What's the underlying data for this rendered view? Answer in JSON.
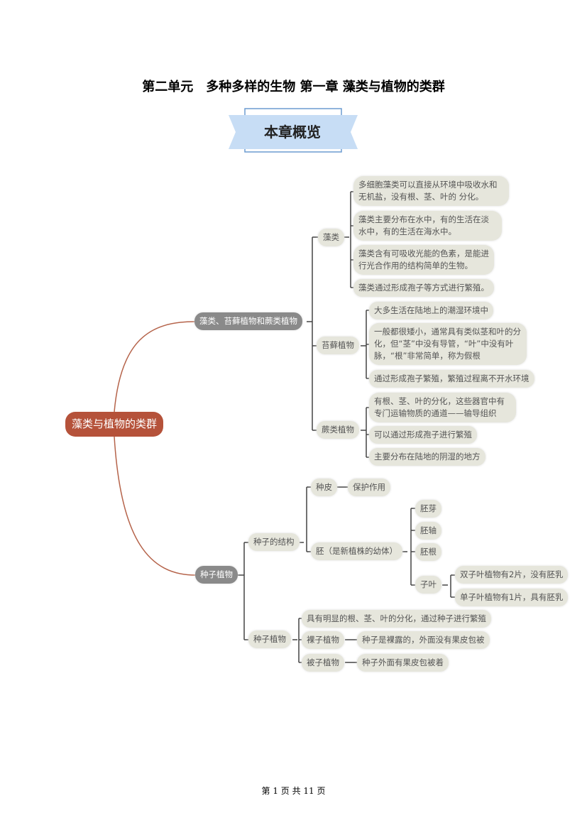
{
  "title": "第二单元　多种多样的生物 第一章 藻类与植物的类群",
  "banner": "本章概览",
  "root": "藻类与植物的类群",
  "branch1": {
    "label": "藻类、苔藓植物和蕨类植物",
    "algae": {
      "label": "藻类",
      "items": [
        "多细胞藻类可以直接从环境中吸收水和无机盐，没有根、茎、叶的 分化。",
        "藻类主要分布在水中，有的生活在淡水中，有的生活在海水中。",
        "藻类含有可吸收光能的色素，是能进行光合作用的结构简单的生物。",
        "藻类通过形成孢子等方式进行繁殖。"
      ]
    },
    "moss": {
      "label": "苔藓植物",
      "items": [
        "大多生活在陆地上的潮湿环境中",
        "一般都很矮小，通常具有类似茎和叶的分化，但“茎”中没有导管，“叶”中没有叶脉，“根”非常简单，称为假根",
        "通过形成孢子繁殖，繁殖过程离不开水环境"
      ]
    },
    "fern": {
      "label": "蕨类植物",
      "items": [
        "有根、茎、叶的分化，这些器官中有专门运输物质的通道——输导组织",
        "可以通过形成孢子进行繁殖",
        "主要分布在陆地的阴湿的地方"
      ]
    }
  },
  "branch2": {
    "label": "种子植物",
    "structure": {
      "label": "种子的结构",
      "coat": "种皮",
      "coat_fn": "保护作用",
      "embryo": "胚（是新植株的幼体）",
      "embryo_parts": [
        "胚芽",
        "胚轴",
        "胚根",
        "子叶"
      ],
      "cotyledon": [
        "双子叶植物有2片，没有胚乳",
        "单子叶植物有1片，具有胚乳"
      ]
    },
    "plants": {
      "label": "种子植物",
      "desc": "具有明显的根、茎、叶的分化，通过种子进行繁殖",
      "gymno": "裸子植物",
      "gymno_desc": "种子是裸露的，外面没有果皮包被",
      "angio": "被子植物",
      "angio_desc": "种子外面有果皮包被着"
    }
  },
  "footer": "第 1 页 共 11 页"
}
